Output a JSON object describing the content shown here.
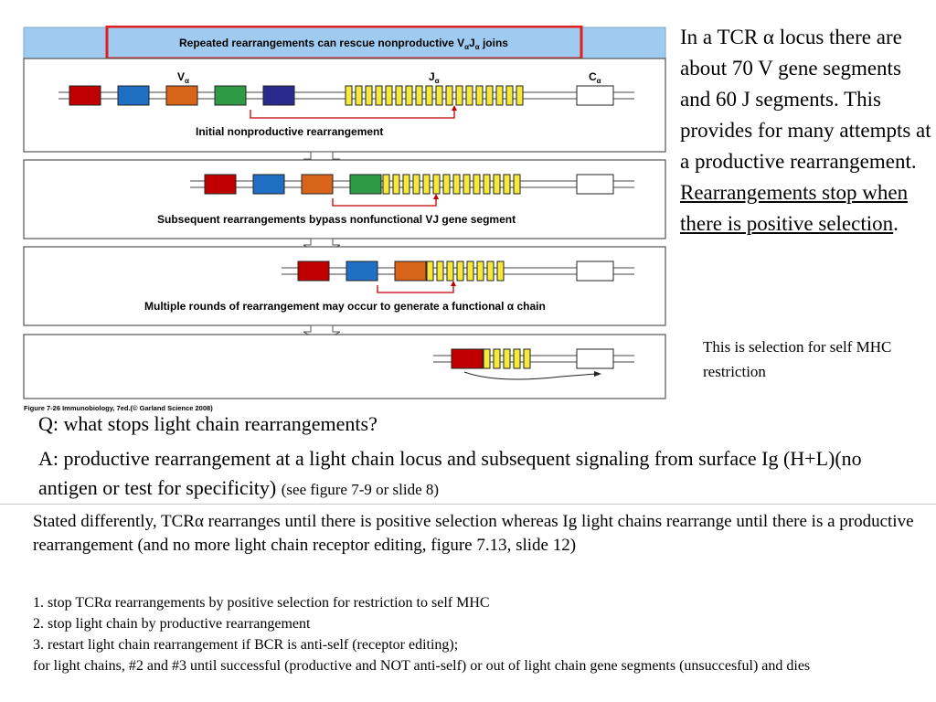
{
  "figure": {
    "title_main": "Repeated rearrangements can rescue nonproductive V",
    "title_sub1": "α",
    "title_mid": "J",
    "title_sub2": "α",
    "title_end": " joins",
    "label_v": "V",
    "label_j": "J",
    "label_c": "C",
    "label_alpha": "α",
    "caption1": "Initial nonproductive rearrangement",
    "caption2": "Subsequent rearrangements bypass nonfunctional VJ gene segment",
    "caption3": "Multiple rounds of rearrangement may occur to generate a functional α chain",
    "source": "Figure 7-26  Immunobiology, 7ed.(© Garland Science 2008)",
    "colors": {
      "header_bg": "#9fcbf0",
      "red": "#c00000",
      "blue": "#1f6fc5",
      "orange": "#d8641a",
      "green": "#2e9a45",
      "navy": "#2a2a8c",
      "yellow": "#f5ea3a",
      "highlight_box": "#e02020"
    }
  },
  "side_text": {
    "p1_line1": "In a TCR α locus there are about 70 V gene segments and 60 J segments.  This provides for many attempts at a productive rearrangement. ",
    "p1_underlined": "Rearrangements stop when there is positive selection",
    "p1_end": ".",
    "note": "This is selection for self MHC restriction"
  },
  "qa": {
    "question": "Q: what stops light chain rearrangements?",
    "answer": "A: productive rearrangement at a light chain locus and subsequent signaling from surface Ig (H+L)(no antigen or test for specificity) ",
    "answer_small": "(see figure 7-9 or slide 8)"
  },
  "stated": "Stated differently, TCRα rearranges until there is positive selection whereas Ig light chains rearrange until there is a productive rearrangement (and no more light chain receptor editing, figure 7.13, slide 12)",
  "list": [
    "1. stop TCRα rearrangements by positive selection for restriction to self MHC",
    "2. stop light chain by productive rearrangement",
    "3. restart light chain rearrangement if BCR is anti-self (receptor editing);",
    "for light chains, #2 and #3 until successful (productive and NOT anti-self) or out of light chain gene segments (unsuccesful) and dies"
  ]
}
